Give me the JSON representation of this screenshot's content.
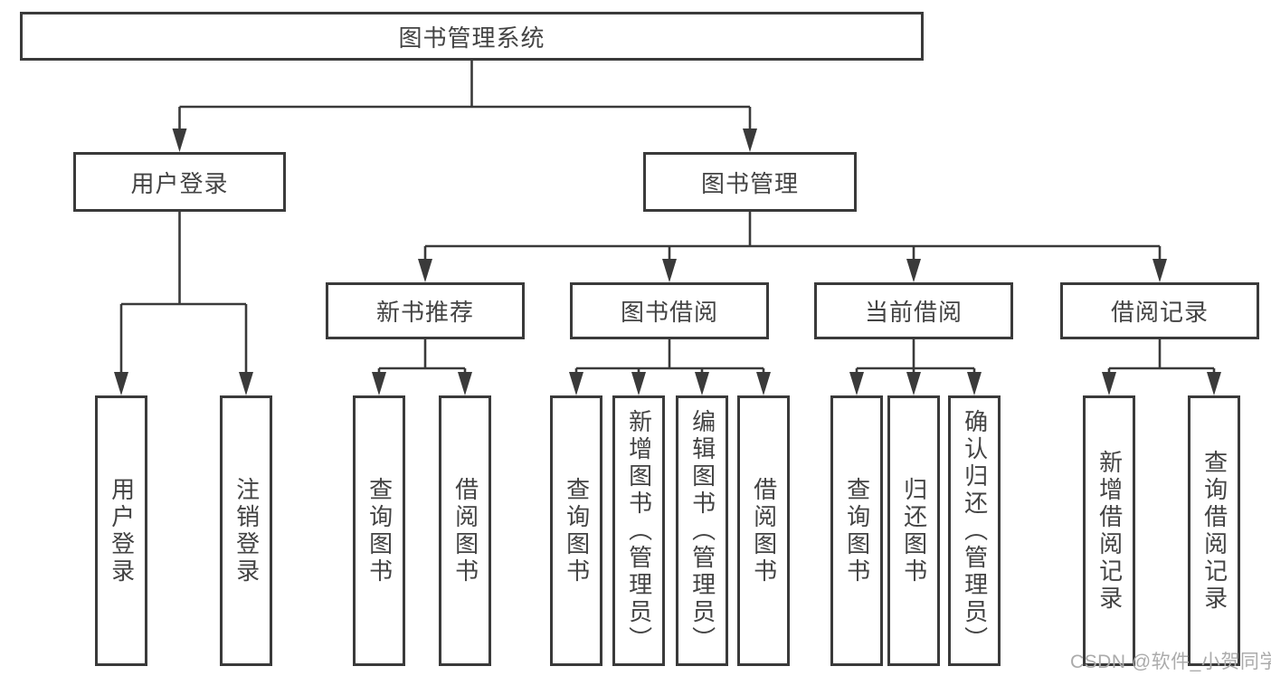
{
  "diagram_type": "hierarchy-tree",
  "nodes": {
    "root": "图书管理系统",
    "l1": [
      "用户登录",
      "图书管理"
    ],
    "l2": [
      "新书推荐",
      "图书借阅",
      "当前借阅",
      "借阅记录"
    ],
    "leaves_user": [
      "用户登录",
      "注销登录"
    ],
    "leaves_new": [
      "查询图书",
      "借阅图书"
    ],
    "leaves_borrow": [
      "查询图书",
      "新增图书（管理员）",
      "编辑图书（管理员）",
      "借阅图书"
    ],
    "leaves_current": [
      "查询图书",
      "归还图书",
      "确认归还（管理员）"
    ],
    "leaves_record": [
      "新增借阅记录",
      "查询借阅记录"
    ]
  },
  "watermark": {
    "text": "CSDN @软件_小贺同学"
  },
  "colors": {
    "line": "#3a3a3a",
    "text": "#434343",
    "watermark": "#ababab",
    "background": "#ffffff"
  }
}
